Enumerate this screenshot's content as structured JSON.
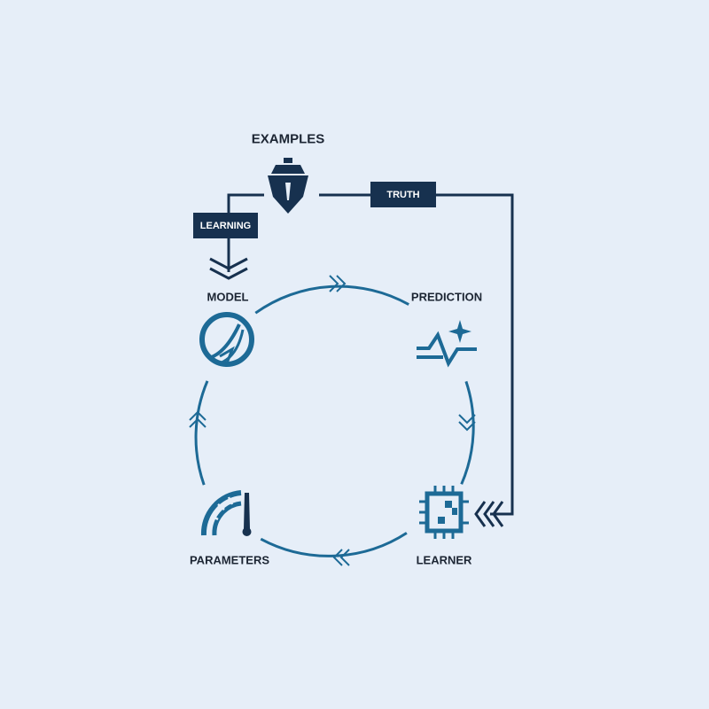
{
  "colors": {
    "background": "#e6eef8",
    "cycle_blue": "#1d6a96",
    "navy": "#17314f",
    "text": "#1c2533"
  },
  "top": {
    "examples_label": "EXAMPLES",
    "learning_tag": "LEARNING",
    "truth_tag": "TRUTH"
  },
  "cycle": {
    "nodes": [
      {
        "label": "MODEL",
        "icon": "model-compass-icon"
      },
      {
        "label": "PREDICTION",
        "icon": "prediction-sparkle-icon"
      },
      {
        "label": "LEARNER",
        "icon": "learner-chip-icon"
      },
      {
        "label": "PARAMETERS",
        "icon": "parameters-gauge-icon"
      }
    ]
  },
  "icons": {
    "examples": "ship-icon"
  }
}
